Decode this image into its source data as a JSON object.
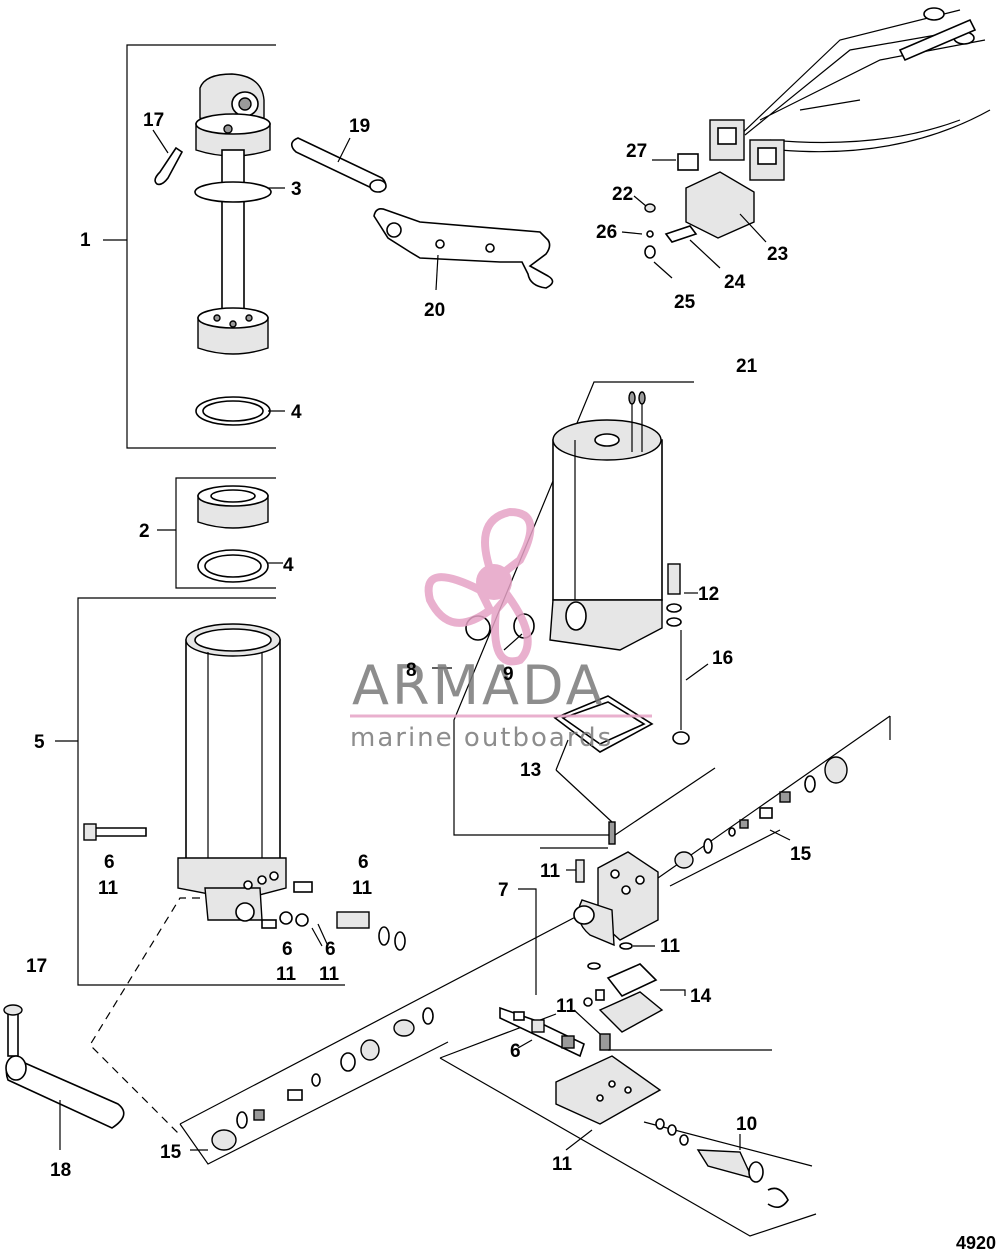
{
  "callouts": {
    "c1": "1",
    "c2": "2",
    "c3": "3",
    "c4a": "4",
    "c4b": "4",
    "c5": "5",
    "c6a": "6",
    "c11a": "11",
    "c6b": "6",
    "c11b": "11",
    "c6c": "6",
    "c11c": "11",
    "c6d": "6",
    "c11d": "11",
    "c6e": "6",
    "c7": "7",
    "c8": "8",
    "c9": "9",
    "c10": "10",
    "c11e": "11",
    "c11f": "11",
    "c11g": "11",
    "c11h": "11",
    "c12": "12",
    "c13": "13",
    "c14": "14",
    "c15a": "15",
    "c15b": "15",
    "c16": "16",
    "c17a": "17",
    "c17b": "17",
    "c18": "18",
    "c19": "19",
    "c20": "20",
    "c21": "21",
    "c22": "22",
    "c23": "23",
    "c24": "24",
    "c25": "25",
    "c26": "26",
    "c27": "27"
  },
  "watermark": {
    "brand": "ARMADA",
    "tagline": "marine outboards",
    "color": "#e6a3c6"
  },
  "figure_number": "4920"
}
